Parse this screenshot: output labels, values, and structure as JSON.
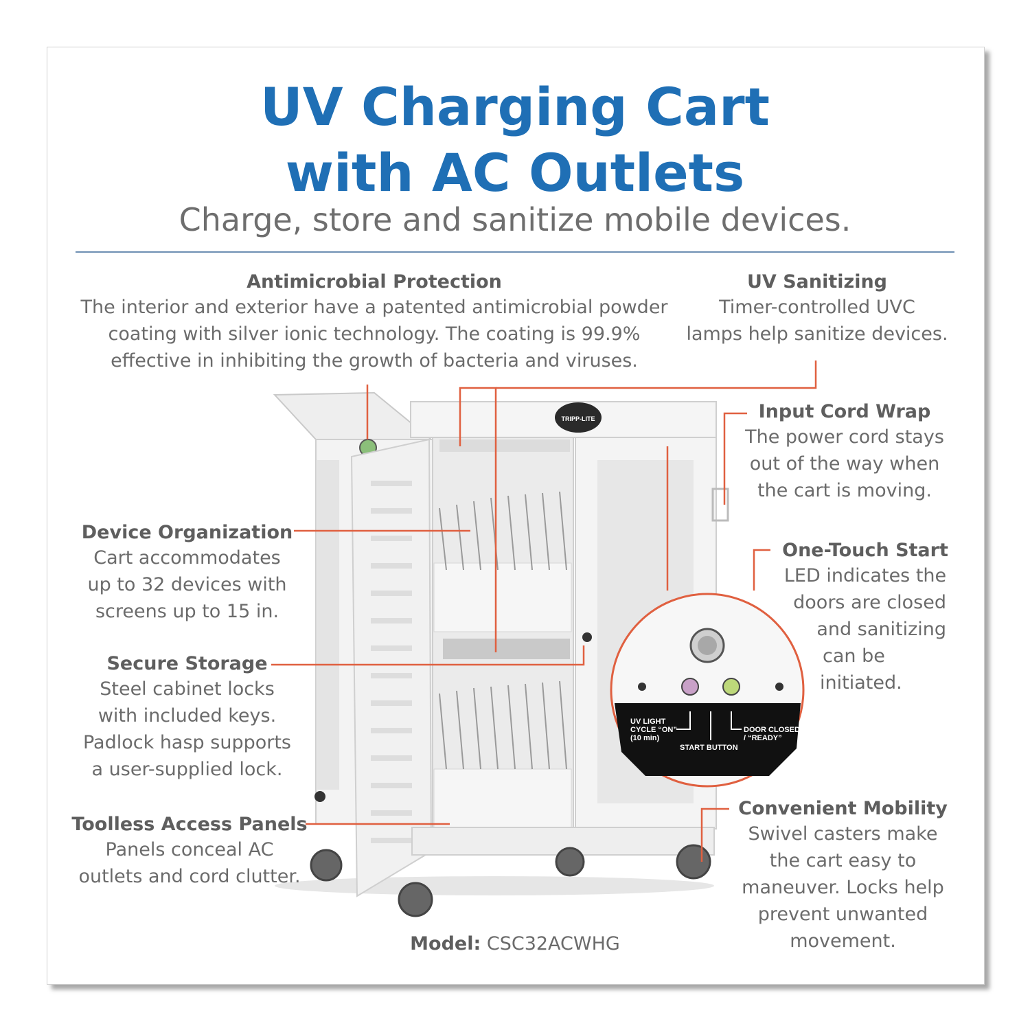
{
  "header": {
    "title_line1": "UV Charging Cart",
    "title_line2": "with AC Outlets",
    "subtitle": "Charge, store and sanitize mobile devices."
  },
  "features": {
    "antimicrobial": {
      "heading": "Antimicrobial Protection",
      "lines": [
        "The interior and exterior have a patented antimicrobial powder",
        "coating with silver ionic technology. The coating is 99.9%",
        "effective in inhibiting the growth of bacteria and viruses."
      ]
    },
    "uv_sanitizing": {
      "heading": "UV Sanitizing",
      "lines": [
        "Timer-controlled UVC",
        "lamps help sanitize devices."
      ]
    },
    "input_cord": {
      "heading": "Input Cord Wrap",
      "lines": [
        "The power cord stays",
        "out of the way when",
        "the cart is moving."
      ]
    },
    "device_org": {
      "heading": "Device Organization",
      "lines": [
        "Cart accommodates",
        "up to 32 devices with",
        "screens up to 15 in."
      ]
    },
    "one_touch": {
      "heading": "One-Touch Start",
      "lines": [
        "LED indicates the",
        "doors are closed",
        "and sanitizing",
        "can be",
        "initiated."
      ]
    },
    "secure_storage": {
      "heading": "Secure Storage",
      "lines": [
        "Steel cabinet locks",
        "with included keys.",
        "Padlock hasp supports",
        "a user-supplied lock."
      ]
    },
    "toolless": {
      "heading": "Toolless Access Panels",
      "lines": [
        "Panels conceal AC",
        "outlets and cord clutter."
      ]
    },
    "mobility": {
      "heading": "Convenient Mobility",
      "lines": [
        "Swivel casters make",
        "the cart easy to",
        "maneuver. Locks help",
        "prevent unwanted",
        "movement."
      ]
    }
  },
  "control_panel": {
    "uv_label_1": "UV LIGHT",
    "uv_label_2": "CYCLE “ON”",
    "uv_label_3": "(10 min)",
    "start_label": "START BUTTON",
    "door_label_1": "DOOR CLOSED",
    "door_label_2": "/ “READY”"
  },
  "brand_badge": "TRIPP-LITE",
  "model": {
    "label": "Model:",
    "value": "CSC32ACWHG"
  },
  "colors": {
    "title": "#1f6fb5",
    "leader": "#e06040",
    "rule": "#6d8fb3",
    "heading": "#5e5e5e",
    "body": "#6b6b6b"
  }
}
